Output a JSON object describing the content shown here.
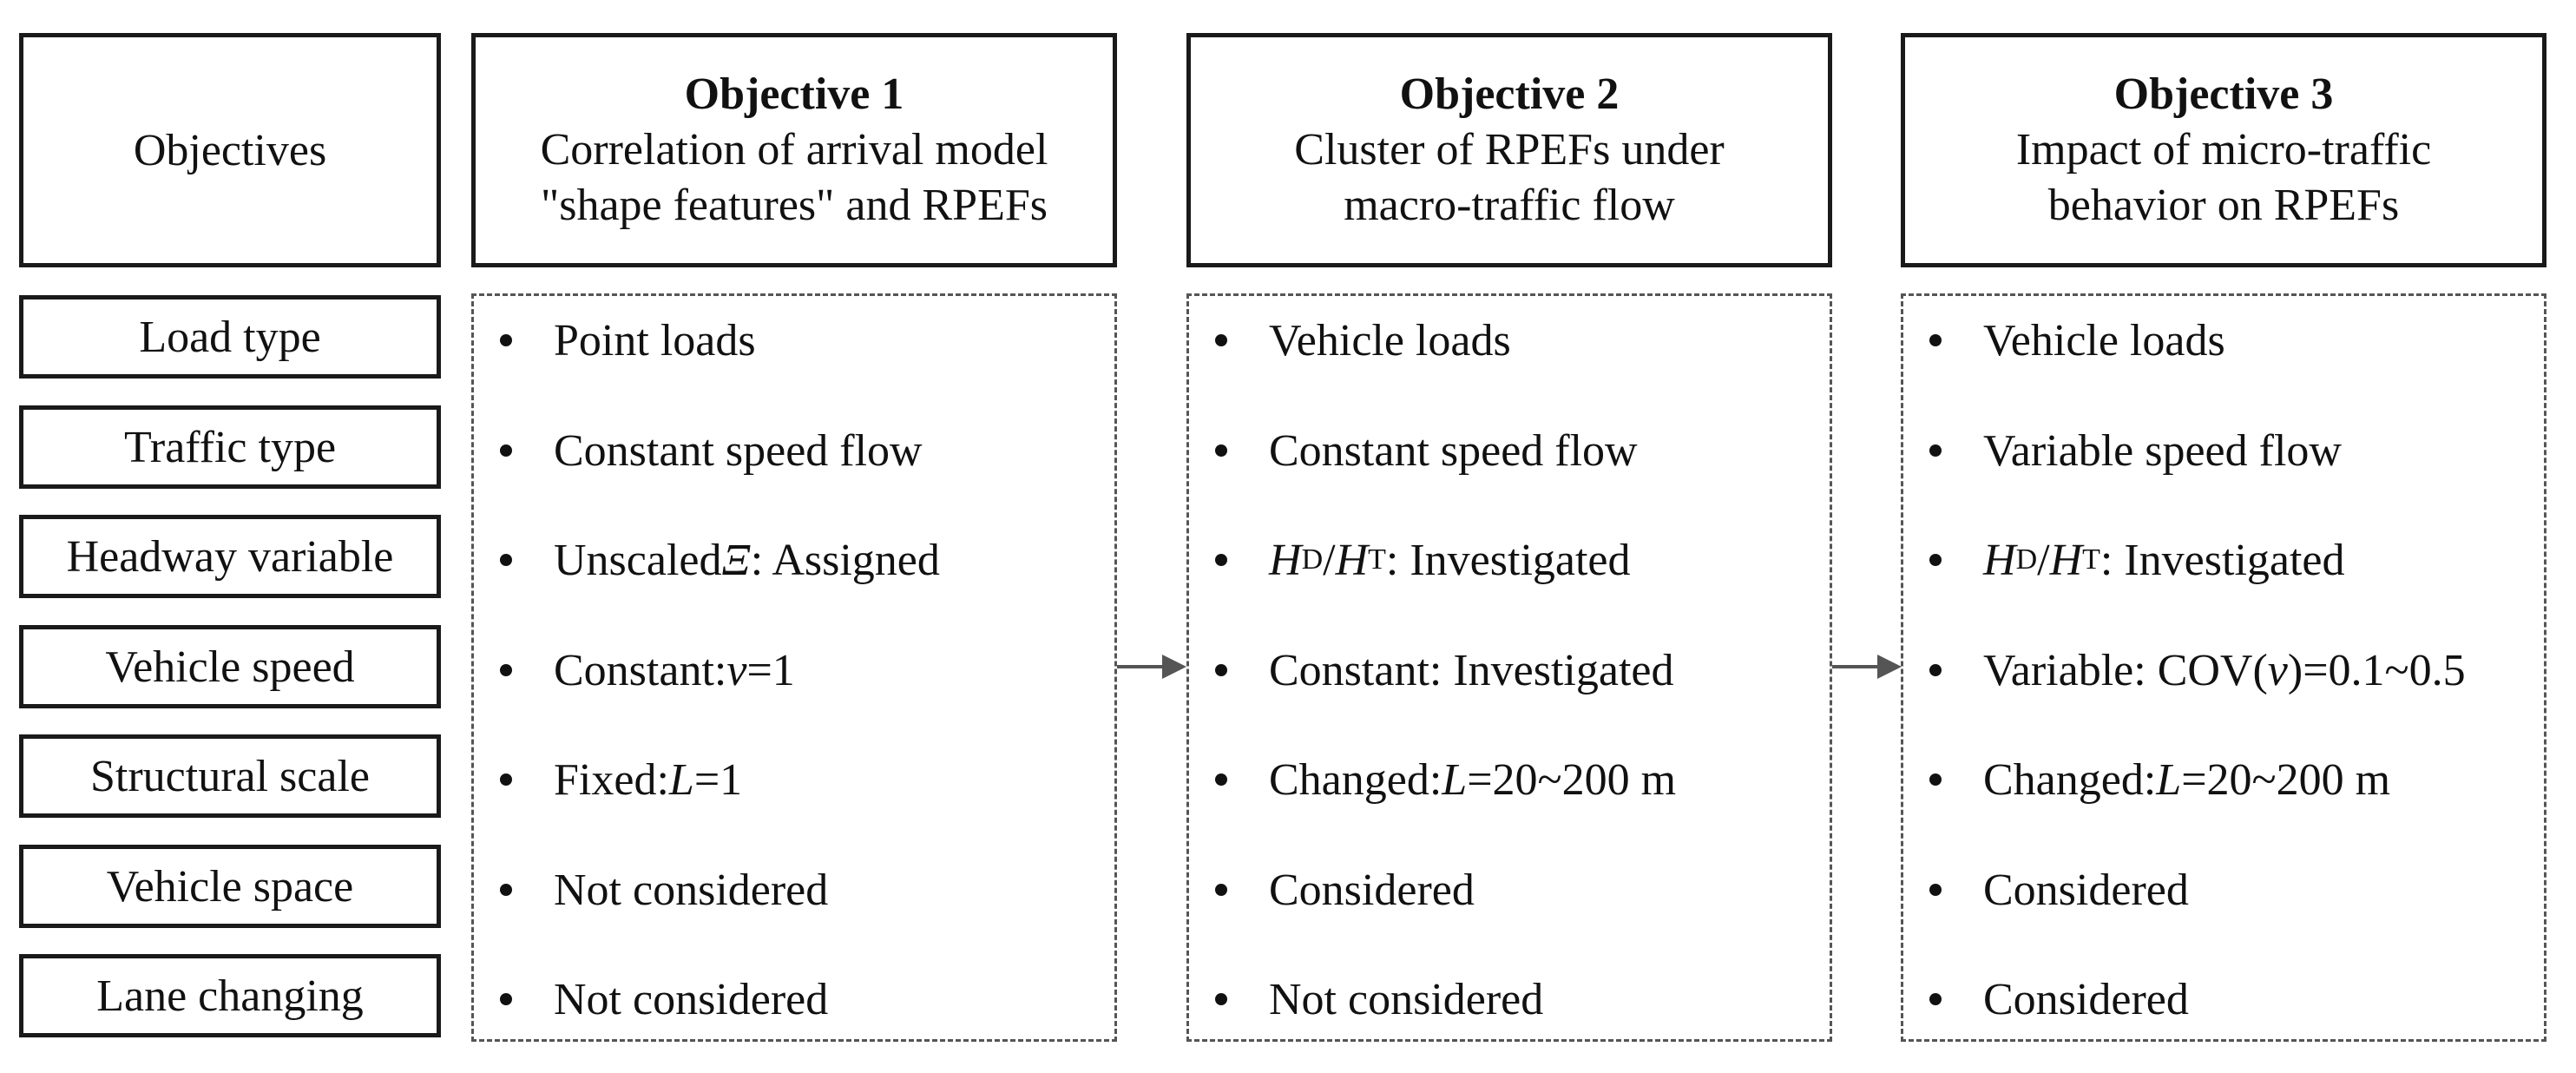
{
  "header_label": "Objectives",
  "objectives": [
    {
      "title": "Objective 1",
      "line1": "Correlation of arrival model",
      "line2": "\"shape features\" and RPEFs"
    },
    {
      "title": "Objective 2",
      "line1": "Cluster of RPEFs under",
      "line2": "macro-traffic flow"
    },
    {
      "title": "Objective 3",
      "line1": "Impact of micro-traffic",
      "line2": "behavior on RPEFs"
    }
  ],
  "row_labels": [
    "Load type",
    "Traffic type",
    "Headway variable",
    "Vehicle speed",
    "Structural scale",
    "Vehicle space",
    "Lane changing"
  ],
  "col1": {
    "r0": "Point loads",
    "r1": "Constant speed flow",
    "r2_pre": "Unscaled ",
    "r2_sym": "Ξ",
    "r2_post": ": Assigned",
    "r3_pre": "Constant: ",
    "r3_sym": "v",
    "r3_post": "=1",
    "r4_pre": "Fixed: ",
    "r4_sym": "L",
    "r4_post": "=1",
    "r5": "Not considered",
    "r6": "Not considered"
  },
  "col2": {
    "r0": "Vehicle loads",
    "r1": "Constant speed flow",
    "r2_h1": "H",
    "r2_s1": "D",
    "r2_slash": "/",
    "r2_h2": "H",
    "r2_s2": "T",
    "r2_post": ": Investigated",
    "r3": "Constant: Investigated",
    "r4_pre": "Changed: ",
    "r4_sym": "L",
    "r4_post": "=20~200 m",
    "r5": "Considered",
    "r6": "Not considered"
  },
  "col3": {
    "r0": "Vehicle loads",
    "r1": "Variable speed flow",
    "r2_h1": "H",
    "r2_s1": "D",
    "r2_slash": "/",
    "r2_h2": "H",
    "r2_s2": "T",
    "r2_post": ": Investigated",
    "r3_pre": "Variable: COV(",
    "r3_sym": "v",
    "r3_post": ")=0.1~0.5",
    "r4_pre": "Changed: ",
    "r4_sym": "L",
    "r4_post": "=20~200 m",
    "r5": "Considered",
    "r6": "Considered"
  }
}
